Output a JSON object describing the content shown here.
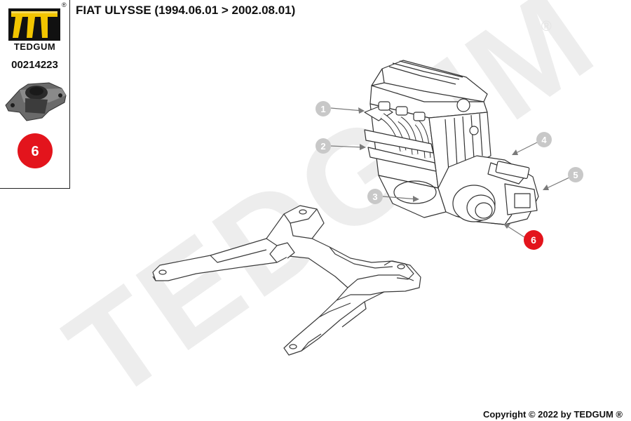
{
  "header": {
    "title": "FIAT ULYSSE (1994.06.01 > 2002.08.01)"
  },
  "brand": {
    "name": "TEDGUM",
    "registered_mark": "®",
    "watermark": "TEDGUM"
  },
  "part": {
    "number": "00214223",
    "position_label": "6"
  },
  "callouts": [
    {
      "label": "1",
      "highlighted": false
    },
    {
      "label": "2",
      "highlighted": false
    },
    {
      "label": "3",
      "highlighted": false
    },
    {
      "label": "4",
      "highlighted": false
    },
    {
      "label": "5",
      "highlighted": false
    },
    {
      "label": "6",
      "highlighted": true
    }
  ],
  "footer": {
    "copyright": "Copyright © 2022 by TEDGUM ®"
  },
  "colors": {
    "highlight": "#e3141c",
    "callout_grey": "#c8c8c8",
    "watermark": "#ececec",
    "line": "#333333"
  }
}
